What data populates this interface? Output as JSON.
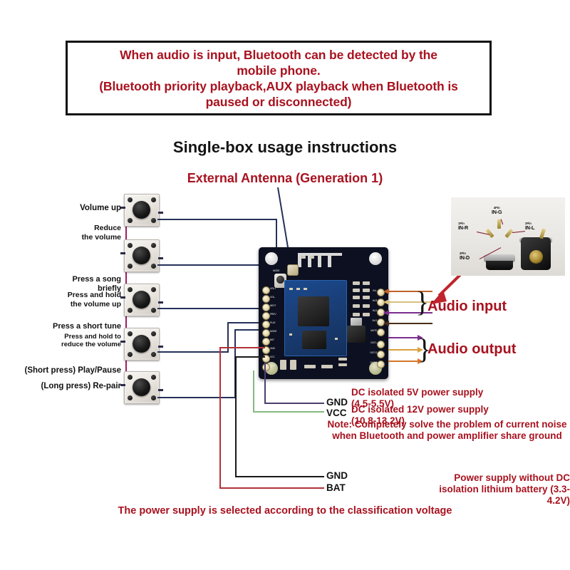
{
  "banner": {
    "lines": [
      "When audio is input, Bluetooth can be detected by the",
      "mobile phone.",
      "(Bluetooth priority playback,AUX playback when Bluetooth is",
      "paused or disconnected)"
    ],
    "text_color": "#a8121f",
    "border_color": "#111111"
  },
  "headings": {
    "title": "Single-box usage instructions",
    "antenna": "External Antenna (Generation 1)"
  },
  "buttons": [
    {
      "name": "volume-up",
      "lines": [
        "Volume up"
      ]
    },
    {
      "name": "reduce-volume",
      "lines": [
        "Reduce",
        "the volume"
      ]
    },
    {
      "name": "next-song",
      "lines": [
        "Press a song",
        "briefly"
      ],
      "sub": [
        "Press and hold",
        "the volume up"
      ]
    },
    {
      "name": "previous-song",
      "lines": [
        "Press a short tune"
      ],
      "sub": [
        "Press and hold to",
        "reduce the volume"
      ]
    },
    {
      "name": "play-pause",
      "lines": [
        "(Short press) Play/Pause"
      ],
      "sub": [
        "(Long press) Re-pair"
      ]
    }
  ],
  "audio": {
    "input_label": "Audio input",
    "output_label": "Audio output",
    "input_arrow_colors": [
      "#c1622a",
      "#d9c07e",
      "#7b2d8e",
      "#4a2f1c"
    ],
    "output_arrow_colors": [
      "#7b2d8e",
      "#d9a13c",
      "#d4762c"
    ]
  },
  "jack_photo": {
    "pins": [
      {
        "num": "1Pin",
        "name": "IN-R"
      },
      {
        "num": "2Pin",
        "name": "IN-L"
      },
      {
        "num": "3Pin",
        "name": "IN-D"
      },
      {
        "num": "4Pin",
        "name": "IN-G"
      }
    ]
  },
  "power": {
    "gnd_top_label": "GND",
    "vcc_label": "VCC",
    "dc5_line1": "DC isolated 5V power supply",
    "dc5_line2": "(4.5-5.5V)",
    "dc12_line1": "DC isolated 12V power supply",
    "dc12_line2": "(10.8-13.2V)",
    "note": "Note: Completely solve the problem of current noise when Bluetooth and power amplifier share ground",
    "gnd_bottom_label": "GND",
    "bat_label": "BAT",
    "battery_note": "Power supply without DC isolation lithium battery (3.3-4.2V)",
    "wire_colors": {
      "gnd_top": "#4c3f6e",
      "vcc": "#86b97f",
      "gnd_bottom": "#191919",
      "bat": "#b3323a"
    }
  },
  "bottom_caption": "The power supply is selected according to the classification voltage",
  "pcb": {
    "silkscreen_left": [
      "VOL+",
      "VOL-",
      "NEXT",
      "PREV",
      "PLAY",
      "MODE",
      "BAT",
      "GND",
      "VCC",
      "GND"
    ],
    "silkscreen_right": [
      "IN-L",
      "IN-R",
      "IN-D",
      "IN-G",
      "MUTE",
      "OUT-L",
      "OUT-G",
      "OUT-R"
    ],
    "mode_label": "MODE"
  }
}
